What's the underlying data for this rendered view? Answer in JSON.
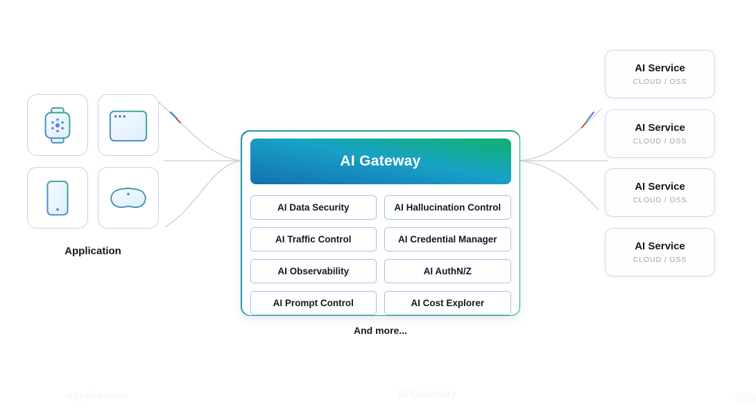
{
  "diagram": {
    "application": {
      "label": "Application",
      "devices": [
        {
          "icon": "smartwatch-icon"
        },
        {
          "icon": "browser-window-icon"
        },
        {
          "icon": "smartphone-icon"
        },
        {
          "icon": "vr-headset-icon"
        }
      ]
    },
    "gateway": {
      "title": "AI Gateway",
      "features": [
        "AI Data Security",
        "AI Hallucination Control",
        "AI Traffic Control",
        "AI Credential Manager",
        "AI Observability",
        "AI AuthN/Z",
        "AI Prompt Control",
        "AI Cost Explorer"
      ],
      "more_label": "And more..."
    },
    "services": [
      {
        "title": "AI Service",
        "subtitle": "CLOUD / OSS"
      },
      {
        "title": "AI Service",
        "subtitle": "CLOUD / OSS"
      },
      {
        "title": "AI Service",
        "subtitle": "CLOUD / OSS"
      },
      {
        "title": "AI Service",
        "subtitle": "CLOUD / OSS"
      }
    ],
    "watermarks": {
      "left": "Applications",
      "center": "AI Gateway"
    },
    "colors": {
      "header_gradient_start": "#1470b2",
      "header_gradient_mid": "#18a2c6",
      "header_gradient_end": "#0fb26a",
      "container_border_start": "#2396aa",
      "container_border_end": "#12b06e",
      "feature_border": "#a6bce7",
      "service_border": "#c9d8f0",
      "device_border": "#c9cde9",
      "icon_stroke_blue": "#4b82d8",
      "icon_stroke_green": "#35a883",
      "connector": "#c7cbd2",
      "subtitle_gray": "#9aa2ad"
    }
  }
}
